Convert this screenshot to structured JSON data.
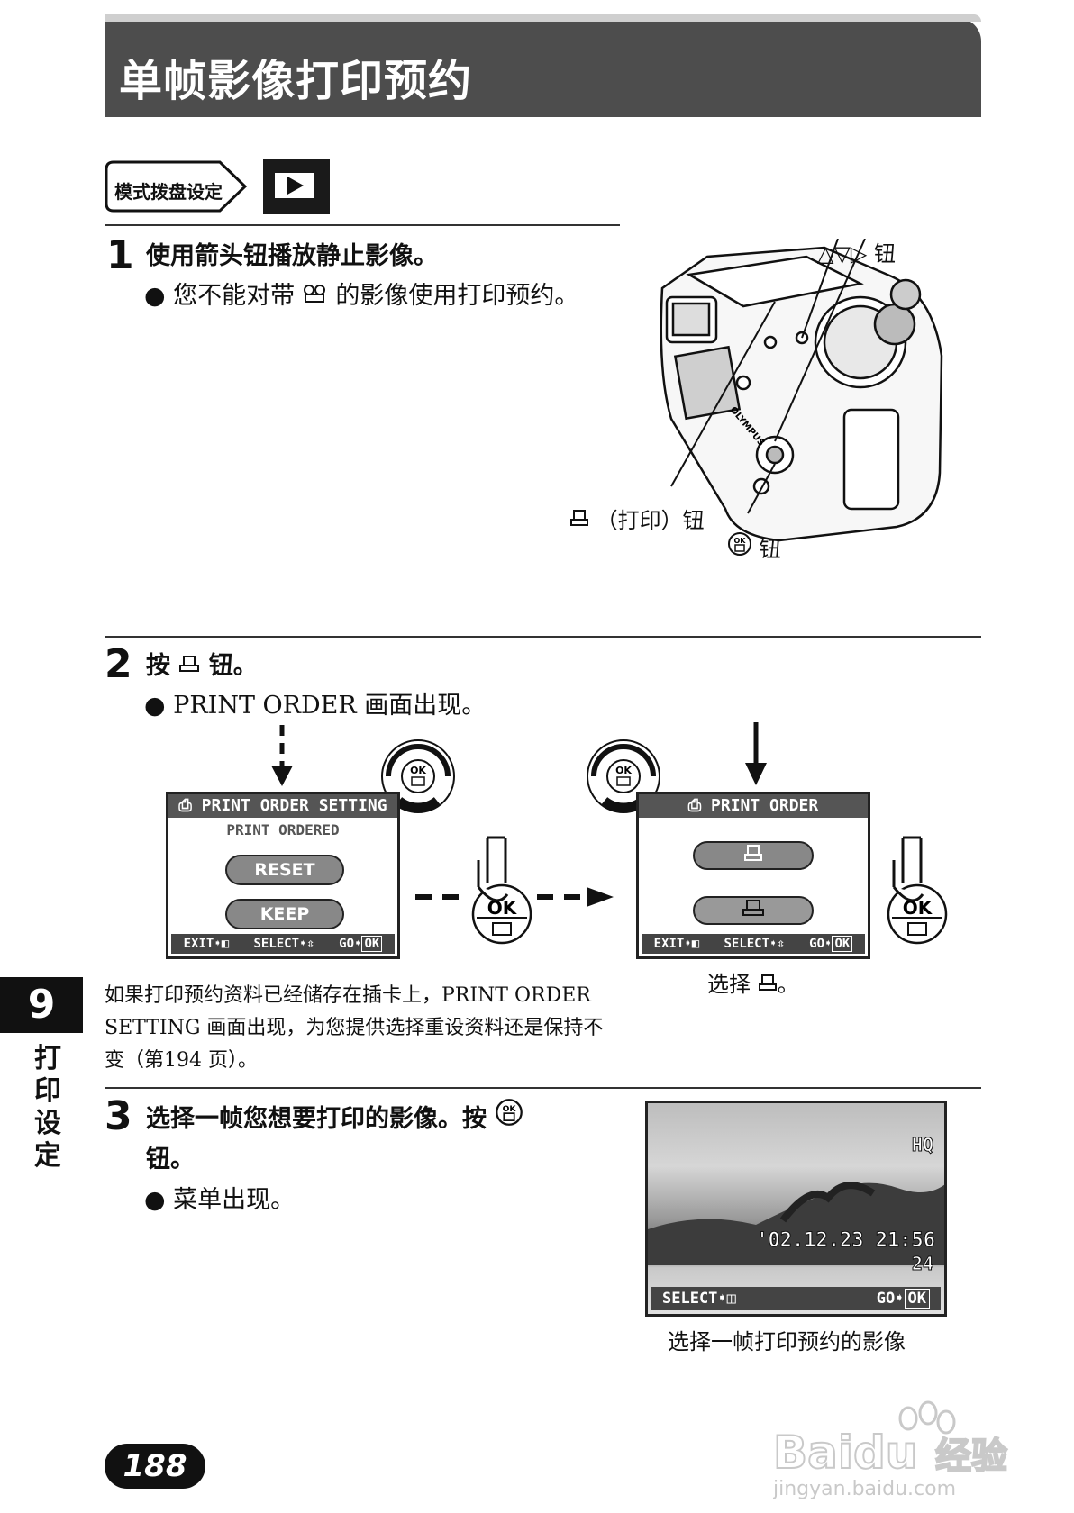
{
  "header": {
    "title": "单帧影像打印预约"
  },
  "mode_dial": {
    "label": "模式拨盘设定",
    "icon": "play-icon"
  },
  "step1": {
    "number": "1",
    "heading": "使用箭头钮播放静止影像。",
    "bullet_before": "您不能对带",
    "bullet_after": "的影像使用打印预约。",
    "callouts": {
      "arrows": "△▽▷ 钮",
      "print": "（打印）钮",
      "ok": "钮"
    }
  },
  "step2": {
    "number": "2",
    "heading_before": "按",
    "heading_after": "钮。",
    "bullet": "PRINT ORDER 画面出现。",
    "screen_left": {
      "title": "PRINT ORDER SETTING",
      "subtitle": "PRINT ORDERED",
      "btn1": "RESET",
      "btn2": "KEEP",
      "foot_exit": "EXIT",
      "foot_select": "SELECT",
      "foot_go": "GO",
      "foot_ok": "OK"
    },
    "screen_right": {
      "title": "PRINT ORDER",
      "foot_exit": "EXIT",
      "foot_select": "SELECT",
      "foot_go": "GO",
      "foot_ok": "OK"
    },
    "ok_label": "OK",
    "note": "如果打印预约资料已经储存在插卡上，PRINT ORDER SETTING 画面出现，为您提供选择重设资料还是保持不变（第194 页）。",
    "right_caption_before": "选择",
    "right_caption_after": "。"
  },
  "step3": {
    "number": "3",
    "heading_line1": "选择一帧您想要打印的影像。按",
    "heading_line2": "钮。",
    "bullet": "菜单出现。",
    "screen": {
      "quality": "HQ",
      "datetime": "'02.12.23 21:56",
      "frame": "24",
      "foot_select": "SELECT",
      "foot_go": "GO",
      "foot_ok": "OK"
    },
    "caption": "选择一帧打印预约的影像"
  },
  "chapter": {
    "number": "9",
    "label": "打印设定"
  },
  "page_number": "188",
  "watermark": {
    "brand": "Baidu",
    "cn": "经验",
    "url": "jingyan.baidu.com"
  },
  "colors": {
    "band": "#4d4d4d",
    "lcd_header": "#555555",
    "pill": "#888888"
  }
}
